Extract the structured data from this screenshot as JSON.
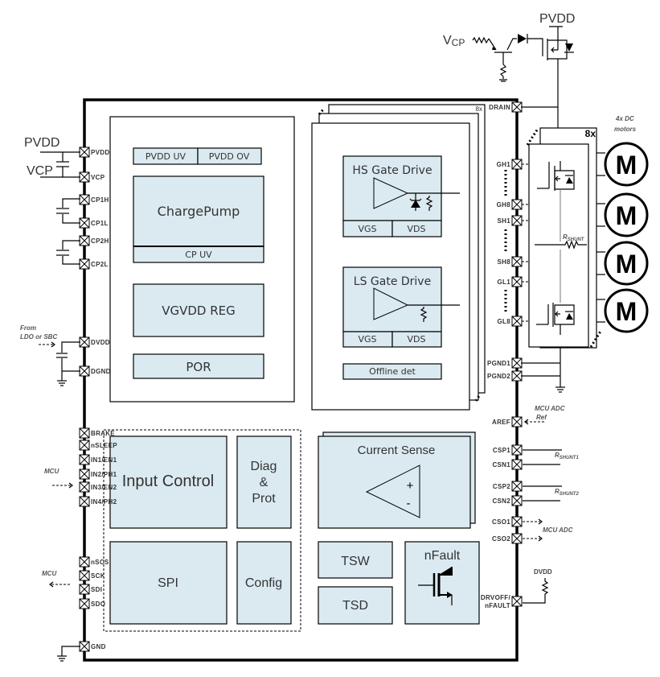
{
  "external": {
    "pvdd_top": "PVDD",
    "vcp_top_v": "V",
    "vcp_top_sub": "CP",
    "pvdd_left": "PVDD",
    "vcp_left": "VCP",
    "from_ldo_line1": "From",
    "from_ldo_line2": "LDO or SBC",
    "mcu_inputs": "MCU",
    "mcu_spi": "MCU",
    "motors_line1": "4x DC",
    "motors_line2": "motors",
    "motor_glyph": "M",
    "multiplier_fet": "8x",
    "multiplier_gate": "8x",
    "rshunt_r": "R",
    "rshunt_sub": "SHUNT",
    "rshunt1_sub": "SHUNT1",
    "rshunt2_sub": "SHUNT2",
    "mcu_adc_ref_line1": "MCU ADC",
    "mcu_adc_ref_line2": "Ref",
    "mcu_adc": "MCU ADC",
    "dvdd_pullup": "DVDD"
  },
  "pins_left": [
    {
      "name": "PVDD"
    },
    {
      "name": "VCP"
    },
    {
      "name": "CP1H"
    },
    {
      "name": "CP1L"
    },
    {
      "name": "CP2H"
    },
    {
      "name": "CP2L"
    },
    {
      "name": "DVDD"
    },
    {
      "name": "DGND"
    },
    {
      "name": "BRAKE"
    },
    {
      "name": "nSLEEP"
    },
    {
      "name": "IN1/EN1"
    },
    {
      "name": "IN2/PH1"
    },
    {
      "name": "IN3/EN2"
    },
    {
      "name": "IN4/PH2"
    },
    {
      "name": "nSCS"
    },
    {
      "name": "SCK"
    },
    {
      "name": "SDI"
    },
    {
      "name": "SDO"
    },
    {
      "name": "GND"
    }
  ],
  "pins_right": [
    {
      "name": "DRAIN"
    },
    {
      "name": "GH1"
    },
    {
      "name": "GH8"
    },
    {
      "name": "SH1"
    },
    {
      "name": "SH8"
    },
    {
      "name": "GL1"
    },
    {
      "name": "GL8"
    },
    {
      "name": "PGND1"
    },
    {
      "name": "PGND2"
    },
    {
      "name": "AREF"
    },
    {
      "name": "CSP1"
    },
    {
      "name": "CSN1"
    },
    {
      "name": "CSP2"
    },
    {
      "name": "CSN2"
    },
    {
      "name": "CSO1"
    },
    {
      "name": "CSO2"
    },
    {
      "name": "DRVOFF/",
      "name2": "nFAULT"
    }
  ],
  "blocks": {
    "pvdd_uv": "PVDD UV",
    "pvdd_ov": "PVDD OV",
    "charge_pump": "ChargePump",
    "cp_uv": "CP UV",
    "vgvdd_reg": "VGVDD REG",
    "por": "POR",
    "hs_gate_drive": "HS Gate Drive",
    "hs_vgs": "VGS",
    "hs_vds": "VDS",
    "ls_gate_drive": "LS Gate Drive",
    "ls_vgs": "VGS",
    "ls_vds": "VDS",
    "offline_det": "Offline det",
    "input_control": "Input Control",
    "diag_line1": "Diag",
    "diag_line2": "&",
    "diag_line3": "Prot",
    "spi": "SPI",
    "config": "Config",
    "current_sense": "Current Sense",
    "amp_plus": "+",
    "amp_minus": "-",
    "tsw": "TSW",
    "tsd": "TSD",
    "nfault": "nFault"
  }
}
